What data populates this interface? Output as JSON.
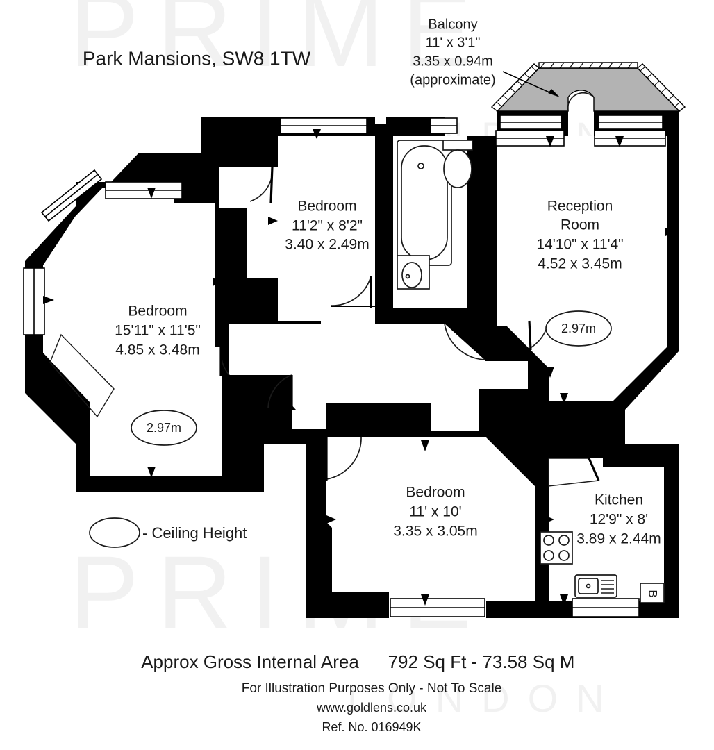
{
  "document": {
    "title": "Park Mansions, SW8 1TW",
    "type": "floor-plan",
    "watermark": {
      "line1": "PRIME",
      "line2": "LONDON",
      "color": "#f1f1f1"
    }
  },
  "balcony_note": {
    "name": "Balcony",
    "imperial": "11' x 3'1\"",
    "metric": "3.35 x 0.94m",
    "qualifier": "(approximate)"
  },
  "rooms": [
    {
      "id": "bedroom-main",
      "name": "Bedroom",
      "imperial": "15'11\" x 11'5\"",
      "metric": "4.85 x 3.48m"
    },
    {
      "id": "bedroom-middle",
      "name": "Bedroom",
      "imperial": "11'2\" x 8'2\"",
      "metric": "3.40 x 2.49m"
    },
    {
      "id": "reception-room",
      "name_line1": "Reception",
      "name_line2": "Room",
      "imperial": "14'10\" x 11'4\"",
      "metric": "4.52 x 3.45m"
    },
    {
      "id": "bedroom-rear",
      "name": "Bedroom",
      "imperial": "11' x 10'",
      "metric": "3.35 x 3.05m"
    },
    {
      "id": "kitchen",
      "name": "Kitchen",
      "imperial": "12'9\" x 8'",
      "metric": "3.89 x 2.44m"
    }
  ],
  "ceiling_heights": [
    {
      "id": "ceiling-height-bedroom-main",
      "value": "2.97m"
    },
    {
      "id": "ceiling-height-reception",
      "value": "2.97m"
    }
  ],
  "legend": {
    "symbol": "ellipse",
    "label": "- Ceiling Height"
  },
  "fixtures": {
    "boiler_label": "B"
  },
  "footer": {
    "area_label": "Approx Gross Internal Area",
    "area_value": "792 Sq Ft  -  73.58 Sq M",
    "disclaimer": "For Illustration Purposes Only - Not To Scale",
    "website": "www.goldlens.co.uk",
    "reference": "Ref. No. 016949K"
  },
  "colors": {
    "wall": "#000000",
    "balcony": "#b3b3b3",
    "text": "#1a1a1a",
    "background": "#ffffff"
  }
}
